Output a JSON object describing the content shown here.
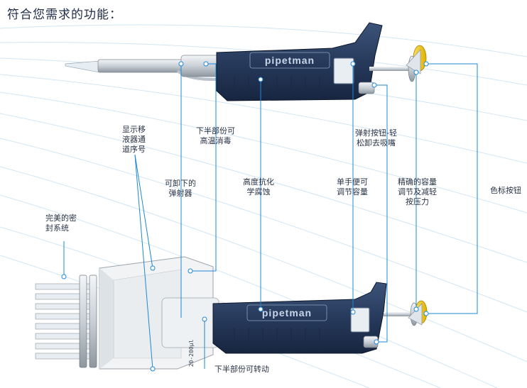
{
  "title": "符合您需求的功能：",
  "brand": "pipetman",
  "model": "20-200μl",
  "labels": {
    "display_lines": [
      "显示移",
      "液器通",
      "道序号"
    ],
    "autoclave_lines": [
      "下半部份可",
      "高温消毒"
    ],
    "eject_lines": [
      "弹射按钮-轻",
      "松卸去吸嘴"
    ],
    "removable_lines": [
      "可卸下的",
      "弹射器"
    ],
    "chemical_lines": [
      "高度抗化",
      "学腐蚀"
    ],
    "onehand_lines": [
      "单手便可",
      "调节容量"
    ],
    "precise_lines": [
      "精确的容量",
      "调节及减轻",
      "按压力"
    ],
    "colorcode": "色标按钮",
    "seal_lines": [
      "完美的密",
      "封系统"
    ],
    "rotate": "下半部份可转动"
  },
  "colors": {
    "handle": "#273a5c",
    "handle_dark": "#17253f",
    "button_yellow": "#f2c40f",
    "leader": "#1e88d6",
    "arcs": "#cfe3f2"
  }
}
